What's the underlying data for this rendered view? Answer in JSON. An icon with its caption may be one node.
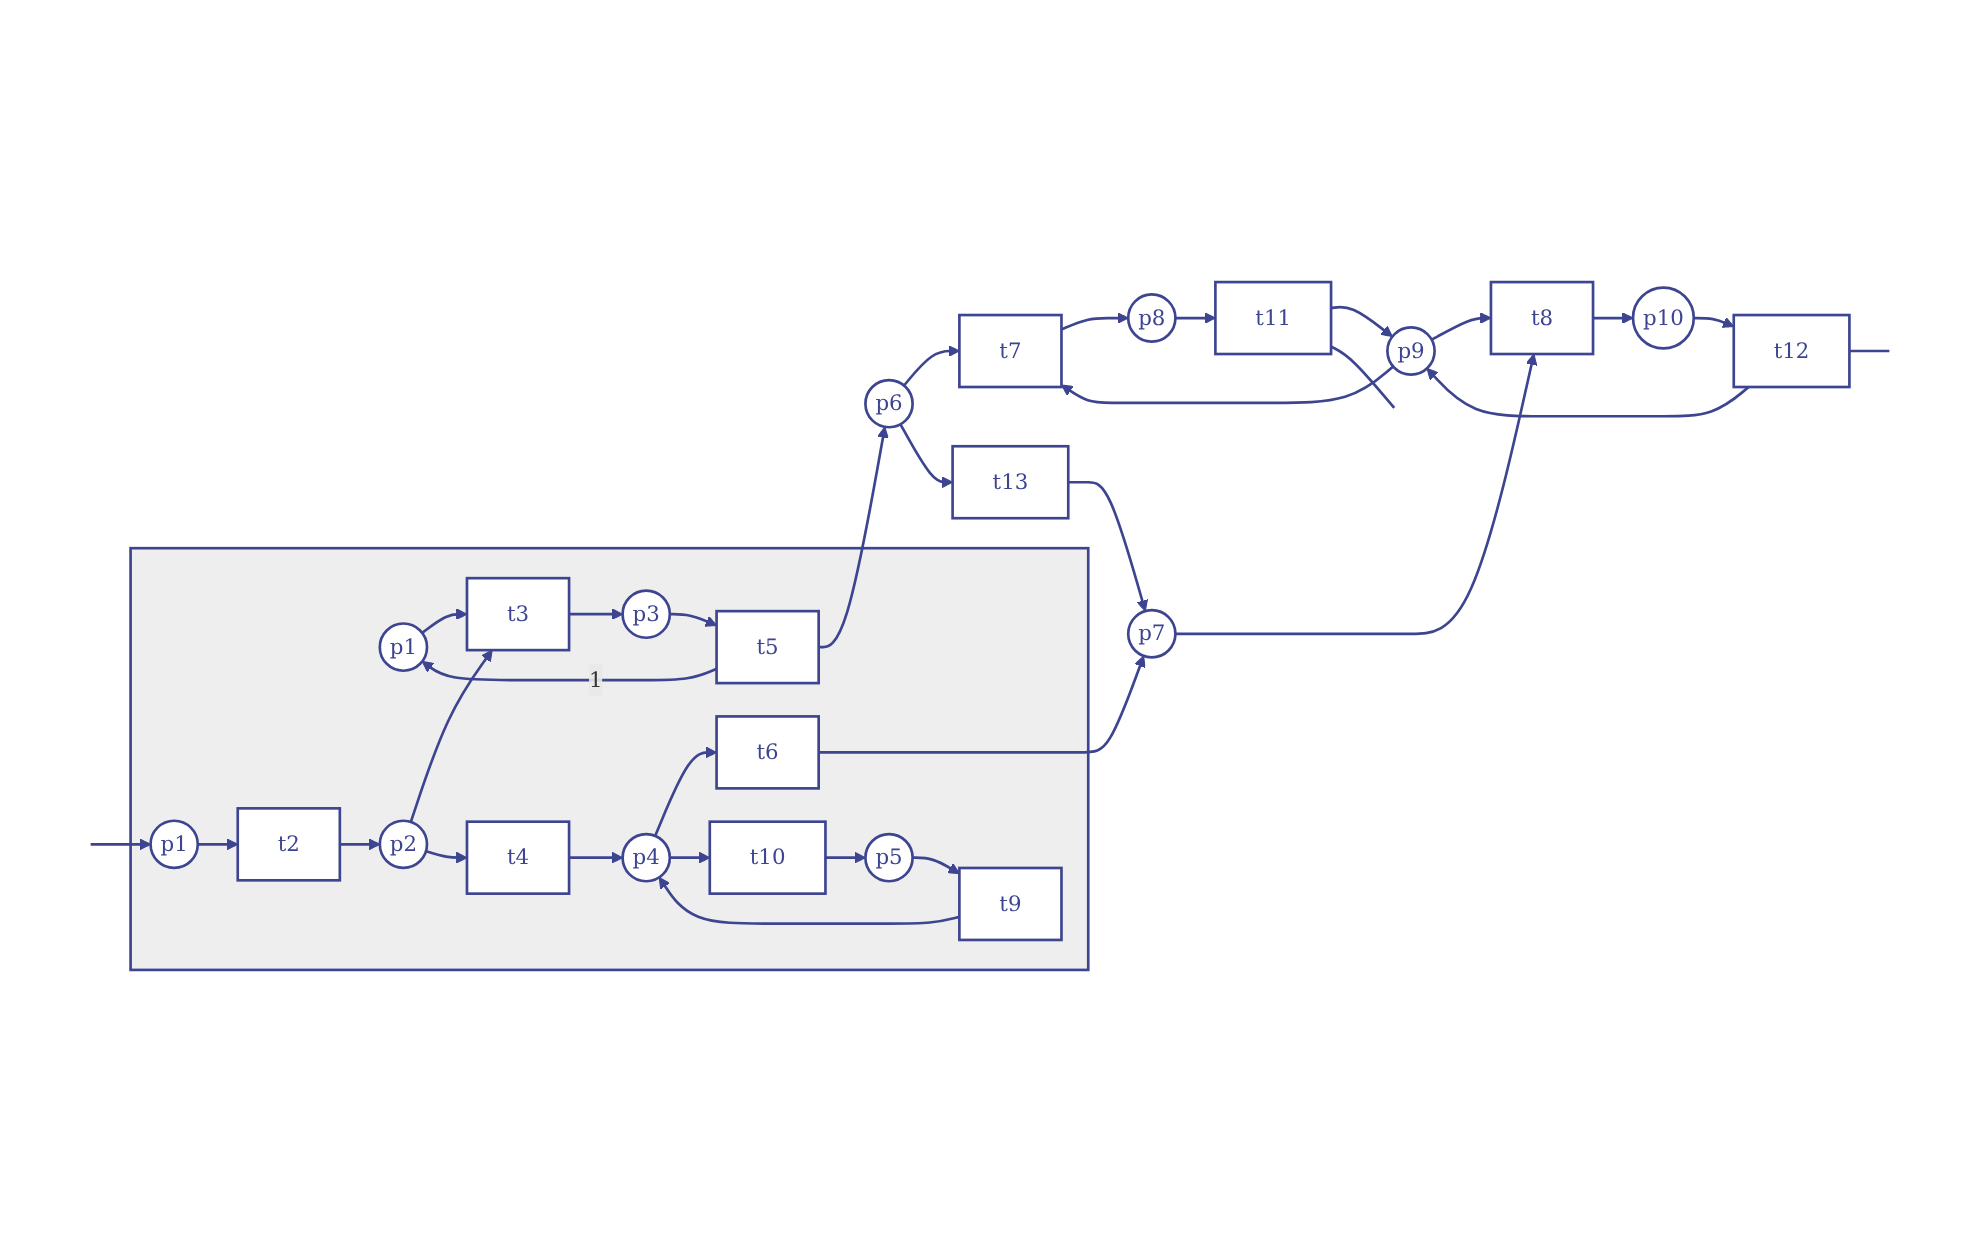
{
  "diagram": {
    "nodes": [
      {
        "text": [],
        "shape": "cloud"
      },
      {
        "text": [
          "p1"
        ],
        "in": 0
      },
      {
        "text": [
          "t3"
        ],
        "in": 0
      },
      {
        "text": [
          "p3"
        ],
        "in": 0
      },
      {
        "text": [
          "t5"
        ],
        "in": 0
      },
      {
        "text": [
          "p6"
        ]
      },
      {
        "text": [
          "t7"
        ]
      },
      {
        "text": [
          "p8"
        ]
      },
      {
        "text": [
          "t11"
        ]
      },
      {
        "text": [
          "p1"
        ],
        "in": 0
      },
      {
        "text": [
          "t2"
        ],
        "in": 0
      },
      {
        "text": [
          "p2"
        ],
        "in": 0
      },
      {
        "text": [
          "t13"
        ]
      },
      {
        "text": [
          "p9"
        ]
      },
      {
        "text": [
          "t4"
        ],
        "in": 0
      },
      {
        "text": [
          "p4"
        ],
        "in": 0
      },
      {
        "text": [
          "t6"
        ],
        "in": 0
      },
      {
        "text": [
          "p7"
        ]
      },
      {
        "text": [
          "t8"
        ]
      },
      {
        "text": [
          "p10"
        ]
      },
      {
        "text": [
          "t12"
        ]
      },
      {
        "text": [
          "t9"
        ],
        "in": 0
      },
      {
        "text": [
          "t10"
        ],
        "in": 0
      },
      {
        "text": [
          "p5"
        ],
        "in": 0
      }
    ],
    "edges": [
      {
        "from": 9,
        "to": 10,
        "arrow": "to"
      },
      {
        "from": 10,
        "to": 11,
        "arrow": "to"
      },
      {
        "from": 11,
        "to": 2,
        "arrow": "to"
      },
      {
        "from": 11,
        "to": 14,
        "arrow": "to"
      },
      {
        "from": 1,
        "to": 2,
        "arrow": "to"
      },
      {
        "from": 2,
        "to": 3,
        "arrow": "to"
      },
      {
        "from": 3,
        "to": 4,
        "arrow": "to"
      },
      {
        "from": 4,
        "to": 1,
        "arrow": "to",
        "label": "1"
      },
      {
        "from": 4,
        "to": 5,
        "arrow": "to"
      },
      {
        "from": 14,
        "to": 15,
        "arrow": "to"
      },
      {
        "from": 15,
        "to": 16,
        "arrow": "to"
      },
      {
        "from": 16,
        "to": 17,
        "arrow": "to"
      },
      {
        "from": 15,
        "to": 22,
        "arrow": "to"
      },
      {
        "from": 22,
        "to": 23,
        "arrow": "to"
      },
      {
        "from": 23,
        "to": 21,
        "arrow": "to"
      },
      {
        "from": 21,
        "to": 15,
        "arrow": "to"
      },
      {
        "from": 5,
        "to": 6,
        "arrow": "to"
      },
      {
        "from": 5,
        "to": 12,
        "arrow": "to"
      },
      {
        "from": 12,
        "to": 17,
        "arrow": "to"
      },
      {
        "from": 6,
        "to": 7,
        "arrow": "to"
      },
      {
        "from": 7,
        "to": 8,
        "arrow": "to"
      },
      {
        "from": 8,
        "to": 13,
        "arrow": "to"
      },
      {
        "from": 13,
        "to": 6,
        "arrow": "to"
      },
      {
        "from": 13,
        "to": 18,
        "arrow": "to"
      },
      {
        "from": 17,
        "to": 18,
        "arrow": "to"
      },
      {
        "from": 18,
        "to": 19,
        "arrow": "to"
      },
      {
        "from": 19,
        "to": 20,
        "arrow": "to"
      },
      {
        "from": 20,
        "to": 13,
        "arrow": "to"
      },
      {
        "from": 8,
        "to": null,
        "arrow": "none"
      },
      {
        "from": 20,
        "to": null,
        "arrow": "none"
      },
      {
        "from": null,
        "to": 9,
        "arrow": "to"
      }
    ]
  }
}
